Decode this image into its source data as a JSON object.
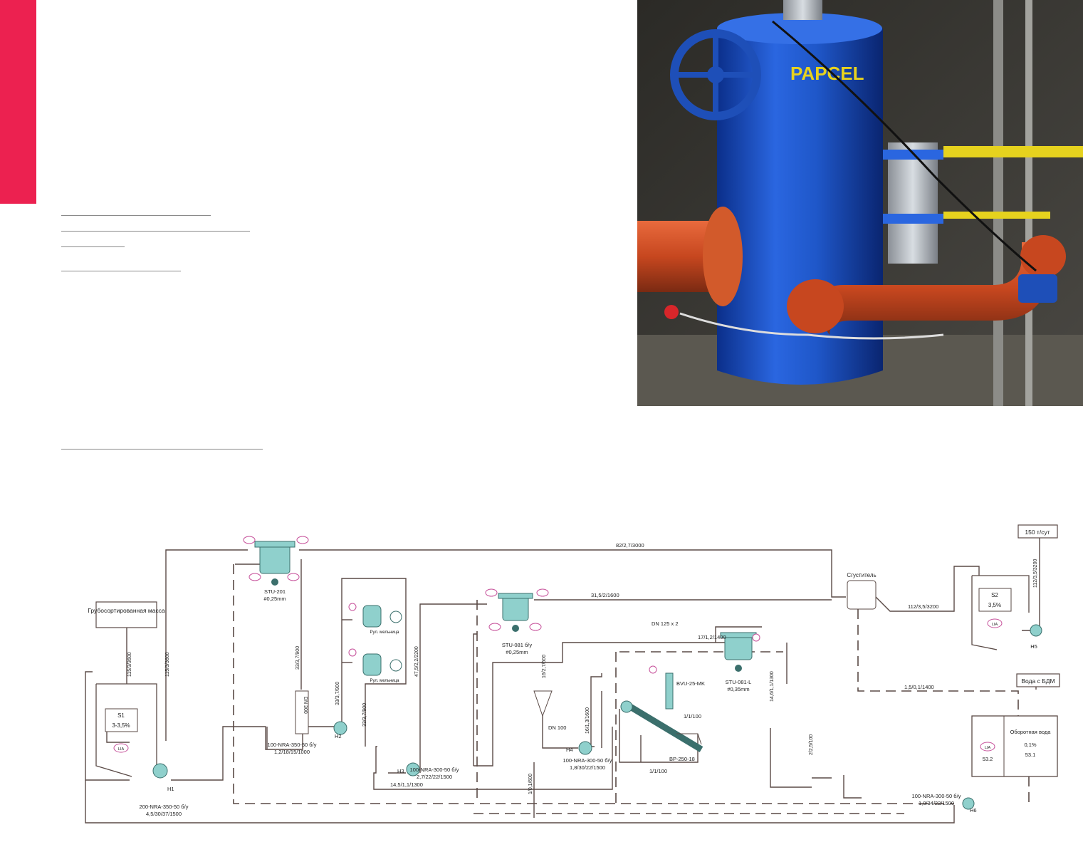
{
  "colors": {
    "accent": "#ec2150",
    "line": "#5a4a46",
    "equipment": "#8fd0cc",
    "instrument": "#c6509a"
  },
  "photo": {
    "brand_label": "PAPCEL"
  },
  "diagram": {
    "labels": {
      "feed_box": "Грубосортированная масса",
      "product_box": "150 т/сут",
      "water_box": "Вода с БДМ",
      "thickener": "Сгуститель",
      "dn125": "DN 125 x 2",
      "dn100": "DN 100",
      "dn300": "DN 300",
      "flow_top": "82/2,7/3000",
      "flow_mid": "31,5/2/1600",
      "flow_s2": "112/3,5/3200",
      "flow_up": "112/3,5/3200",
      "flow_water": "1,5/0,1/1400",
      "flow_bottom": "14,5/1,1/1300",
      "flow_v1": "115/3/3600",
      "flow_v2": "115/3/3600",
      "flow_v3": "33/3,7/900",
      "flow_v4": "33/3,7/900",
      "flow_v5": "33/3,7/900",
      "flow_v6": "47,5/2,2/2200",
      "flow_v7": "16/2,7/600",
      "flow_v8": "16/1,3/1600",
      "flow_v9": "14,6/1,1/1300",
      "flow_v10": "17/1,2/1400",
      "flow_v11": "2/2,5/100",
      "flow_v12": "1/0,1/600",
      "ratio_a": "1/1/100",
      "ratio_b": "1/1/100"
    },
    "tanks": {
      "s1_name": "S1",
      "s1_value": "3-3,5%",
      "s2_name": "S2",
      "s2_value": "3,5%",
      "water_name": "Оборотная вода",
      "water_value": "0,1%",
      "water_level": "53.1",
      "left_level": "53.2",
      "lia": "LIA"
    },
    "screens": {
      "stu201_name": "STU-201",
      "stu201_spec": "#0,25mm",
      "stu081_name": "STU-081 б/у",
      "stu081_spec": "#0,25mm",
      "stu081l_name": "STU-081-L",
      "stu081l_spec": "#0,35mm",
      "bvu_name": "BVU-25-MK",
      "bp_name": "BP-250-18",
      "refiner_1": "Рул. мельница",
      "refiner_2": "Рул. мельница"
    },
    "pumps": {
      "h1_name": "H1",
      "h1_model": "200-NRA-350-50 б/у",
      "h1_spec": "4,5/30/37/1500",
      "h2_name": "H2",
      "h2_model": "100-NRA-350-50 б/у",
      "h2_spec": "1,2/18/15/1000",
      "h3_name": "H3",
      "h3_model": "100-NRA-300-50 б/у",
      "h3_spec": "2,7/22/22/1500",
      "h4_name": "H4",
      "h4_model": "100-NRA-300-50 б/у",
      "h4_spec": "1,8/30/22/1500",
      "h5_name": "H5",
      "h6_name": "H6",
      "h6_model": "100-NRA-300-50 б/у",
      "h6_spec": "1,0/34/22/1500"
    }
  }
}
